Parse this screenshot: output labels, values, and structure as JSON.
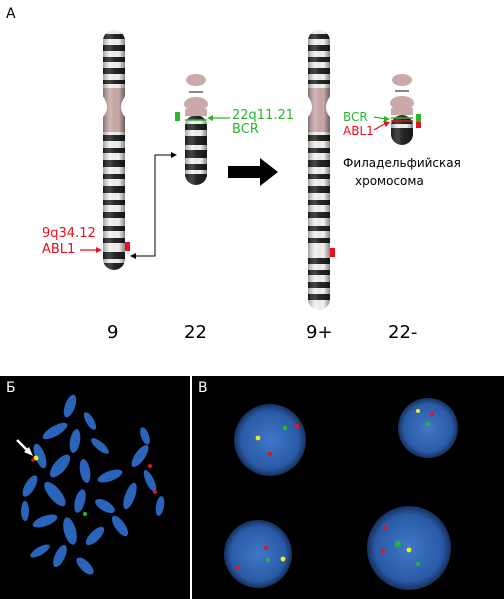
{
  "panel_a": {
    "letter": "A",
    "chr9": {
      "number": "9",
      "locus": "9q34.12",
      "gene": "ABL1"
    },
    "chr22": {
      "number": "22",
      "locus": "22q11.21",
      "gene": "BCR"
    },
    "chr9plus": {
      "number": "9+"
    },
    "chr22minus": {
      "number": "22-",
      "gene_green": "BCR",
      "gene_red": "ABL1",
      "caption_line1": "Филадельфийская",
      "caption_line2": "хромосома"
    },
    "colors": {
      "green": "#2db52d",
      "red": "#e8101a",
      "centromere": "#c9a9a9",
      "dark_band": "#222222",
      "light_band": "#f2f2ee"
    }
  },
  "panel_b": {
    "letter": "Б"
  },
  "panel_c": {
    "letter": "В"
  }
}
